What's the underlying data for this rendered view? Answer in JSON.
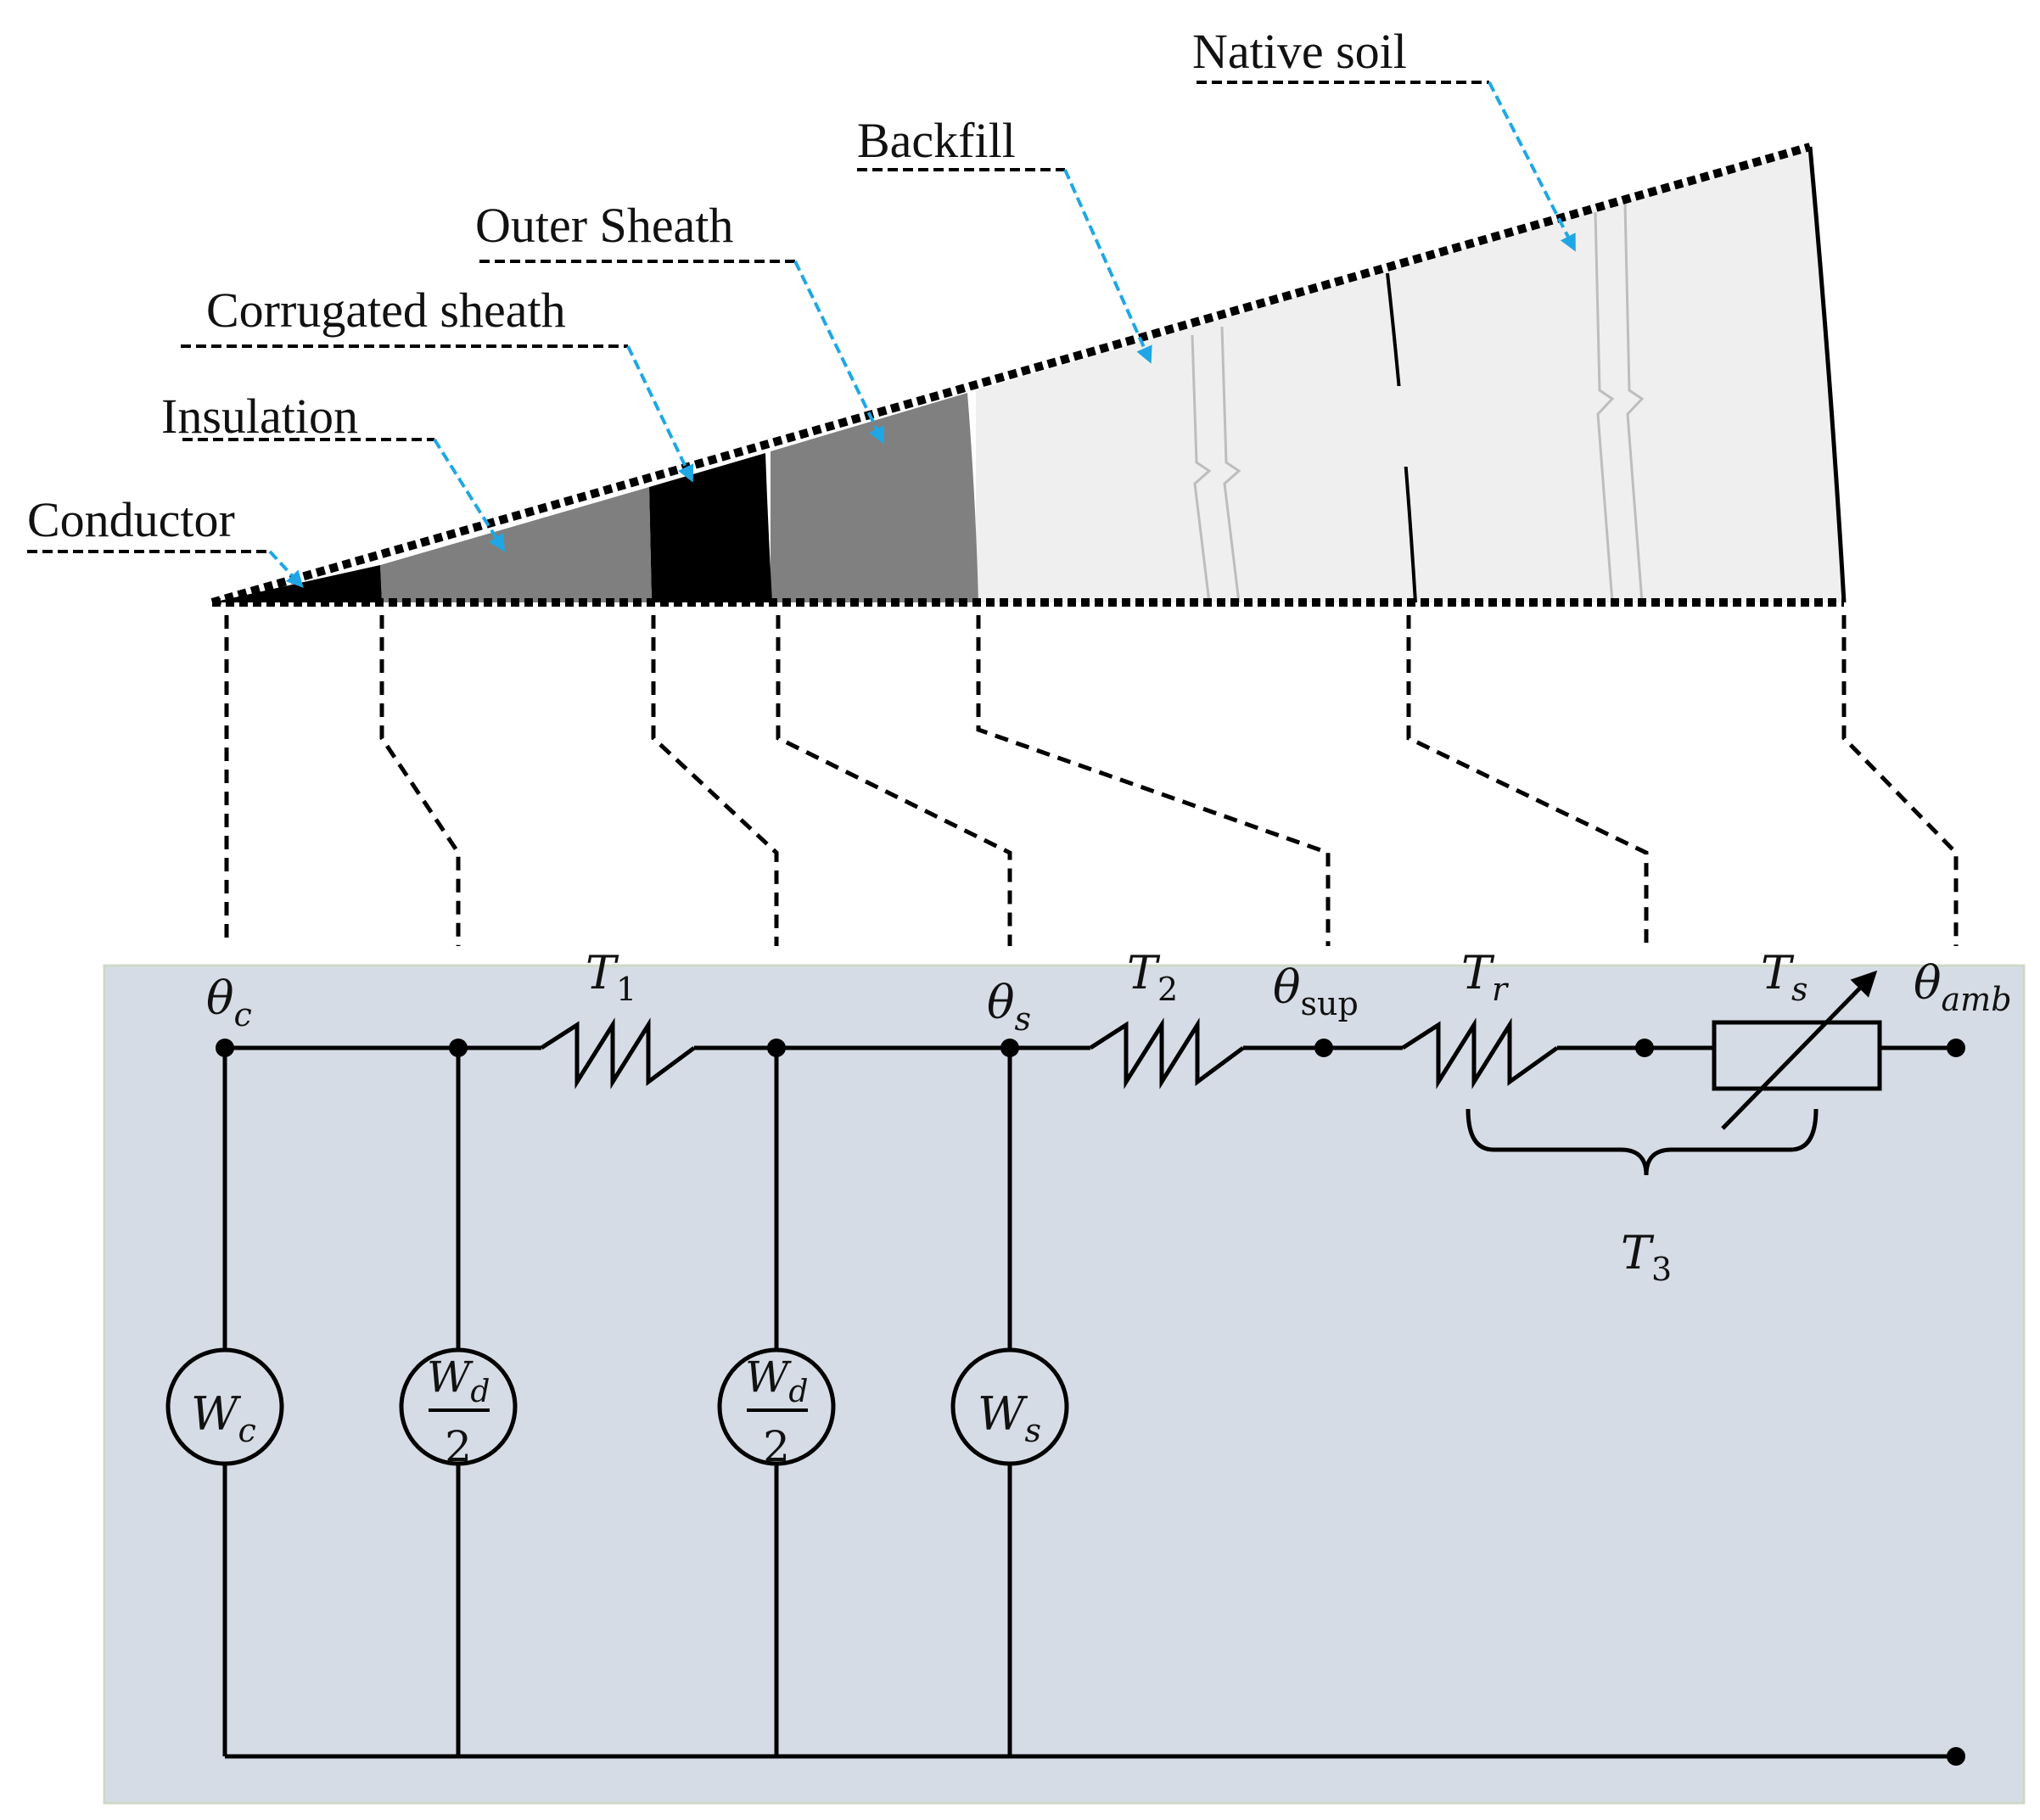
{
  "layer_labels": {
    "conductor": "Conductor",
    "insulation": "Insulation",
    "corrugated_sheath": "Corrugated sheath",
    "outer_sheath": "Outer Sheath",
    "backfill": "Backfill",
    "native_soil": "Native soil"
  },
  "node_labels": {
    "theta_c": {
      "base": "θ",
      "sub": "c"
    },
    "theta_s": {
      "base": "θ",
      "sub": "s"
    },
    "theta_sup": {
      "base": "θ",
      "sub": "sup"
    },
    "theta_amb": {
      "base": "θ",
      "sub": "amb"
    }
  },
  "resistor_labels": {
    "t1": {
      "base": "T",
      "sub": "1"
    },
    "t2": {
      "base": "T",
      "sub": "2"
    },
    "tr": {
      "base": "T",
      "sub": "r"
    },
    "ts": {
      "base": "T",
      "sub": "s"
    },
    "t3": {
      "base": "T",
      "sub": "3"
    }
  },
  "sources": {
    "wc": {
      "base": "W",
      "sub": "c"
    },
    "wd_left": {
      "base": "W",
      "sub": "d",
      "denominator": "2"
    },
    "wd_right": {
      "base": "W",
      "sub": "d",
      "denominator": "2"
    },
    "ws": {
      "base": "W",
      "sub": "s"
    }
  },
  "colors": {
    "conductor": "#000000",
    "insulation": "#7f7f7f",
    "corrugated_sheath": "#000000",
    "outer_sheath": "#808080",
    "soil": "#efefef",
    "circuit_panel": "#d6dce5",
    "arrow": "#1ea7e4",
    "line": "#000000"
  }
}
